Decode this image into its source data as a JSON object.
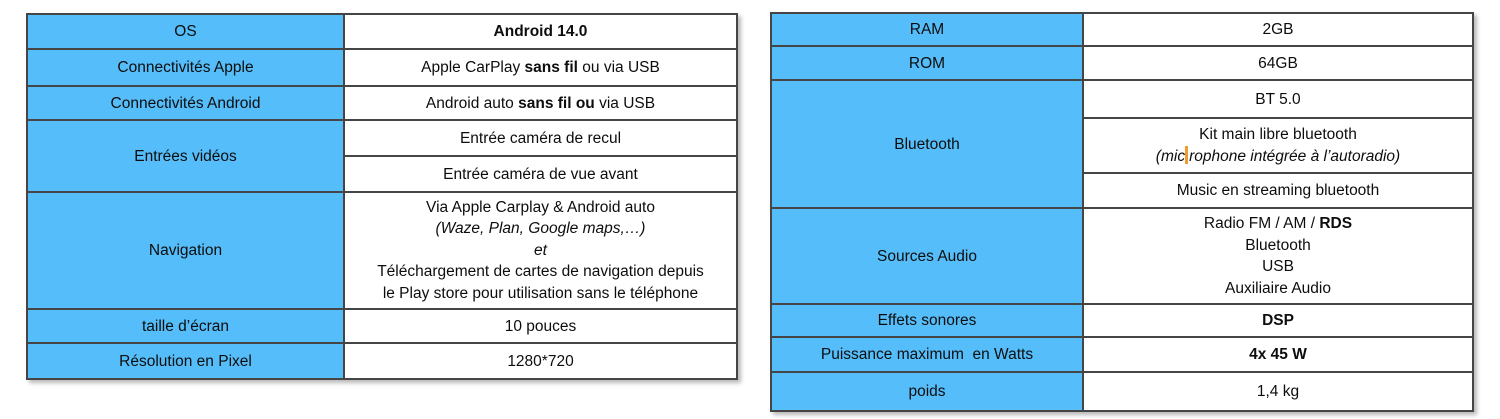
{
  "colors": {
    "header_blue": "#55BEFA",
    "border_dark": "#454545",
    "border_light": "#7A7A7A",
    "text": "#0D0D0D",
    "cursor_orange": "#EE9B30",
    "page_background": "#FFFFFF"
  },
  "left_table": {
    "os": {
      "label": "OS",
      "value": "Android 14.0"
    },
    "conn_apple": {
      "label": "Connectivités Apple",
      "pre": "Apple CarPlay ",
      "bold": "sans fil",
      "post": " ou via USB"
    },
    "conn_android": {
      "label": "Connectivités Android",
      "pre": "Android auto ",
      "bold": "sans fil ou",
      "post": " via USB"
    },
    "video": {
      "label": "Entrées vidéos",
      "row1": "Entrée caméra de recul",
      "row2": "Entrée caméra de vue avant"
    },
    "navigation": {
      "label": "Navigation",
      "line1": "Via Apple Carplay & Android auto",
      "line2": "(Waze, Plan, Google maps,…)",
      "line3": "et",
      "line4": "Téléchargement de cartes de navigation depuis",
      "line5": "le Play store pour utilisation sans le téléphone"
    },
    "screen_size": {
      "label": "taille d’écran",
      "value": "10 pouces"
    },
    "resolution": {
      "label": "Résolution en Pixel",
      "value": "1280*720"
    }
  },
  "right_table": {
    "ram": {
      "label": "RAM",
      "value": "2GB"
    },
    "rom": {
      "label": "ROM",
      "value": "64GB"
    },
    "bluetooth": {
      "label": "Bluetooth",
      "row1": "BT 5.0",
      "row2_line1": "Kit main libre bluetooth",
      "row2_line2_pre": "(mic",
      "row2_line2_post": "rophone intégrée à l’autoradio)",
      "row3": "Music en streaming bluetooth"
    },
    "sources_audio": {
      "label": "Sources Audio",
      "line1_pre": "Radio FM / AM / ",
      "line1_bold": "RDS",
      "line2": "Bluetooth",
      "line3": "USB",
      "line4": "Auxiliaire Audio"
    },
    "sound_effects": {
      "label": "Effets sonores",
      "value": "DSP"
    },
    "max_power": {
      "label": "Puissance maximum  en Watts",
      "value": "4x 45 W"
    },
    "weight": {
      "label": "poids",
      "value": "1,4 kg"
    }
  }
}
